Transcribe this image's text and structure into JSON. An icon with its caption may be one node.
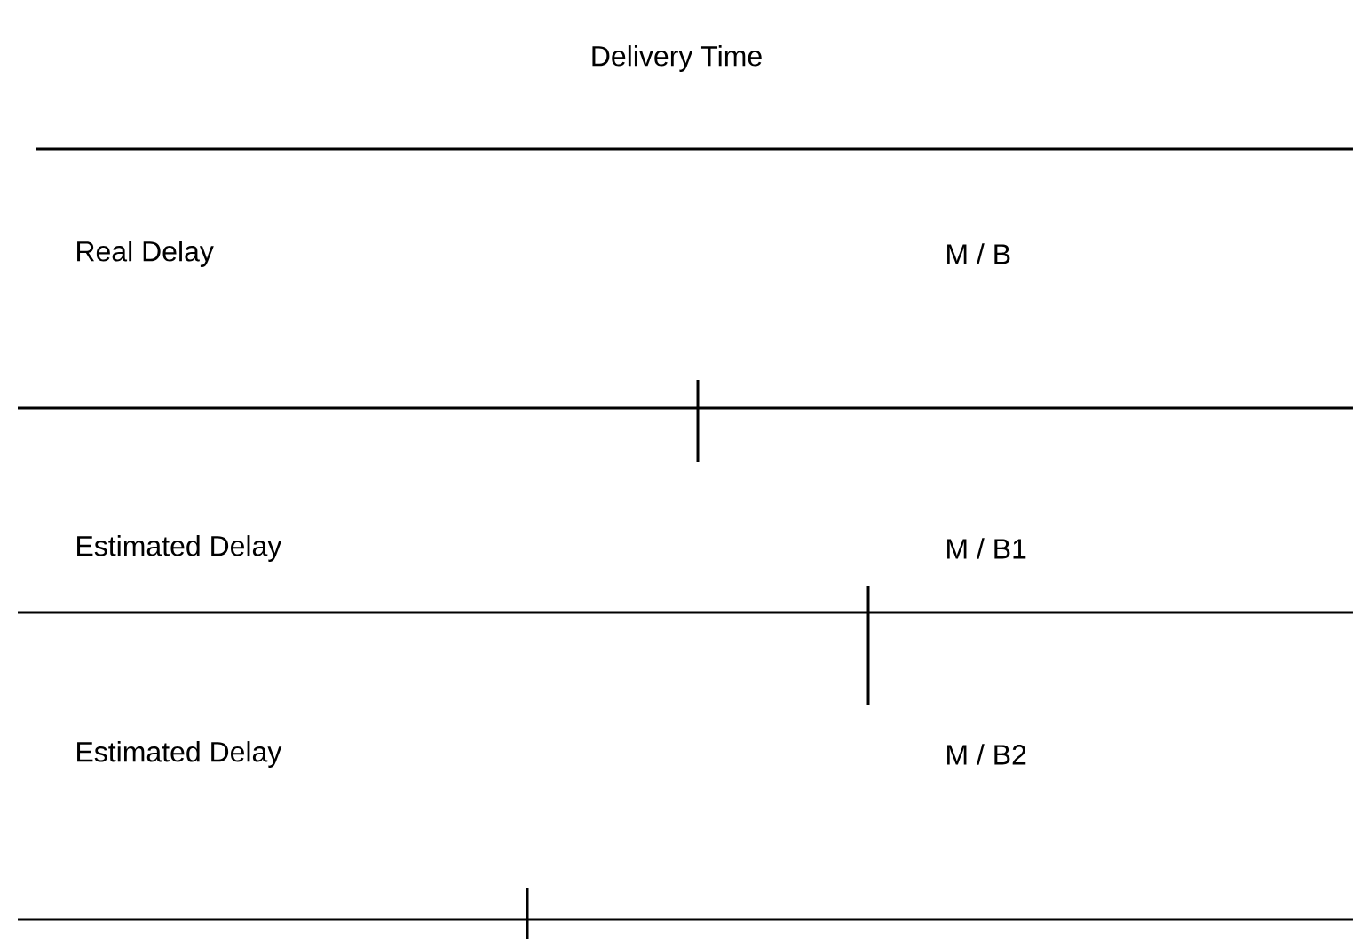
{
  "diagram": {
    "title": "Delivery Time",
    "labels": [
      "Real Delay",
      "M / B",
      "Estimated Delay",
      "M / B1",
      "Estimated Delay",
      "M / B2"
    ]
  }
}
